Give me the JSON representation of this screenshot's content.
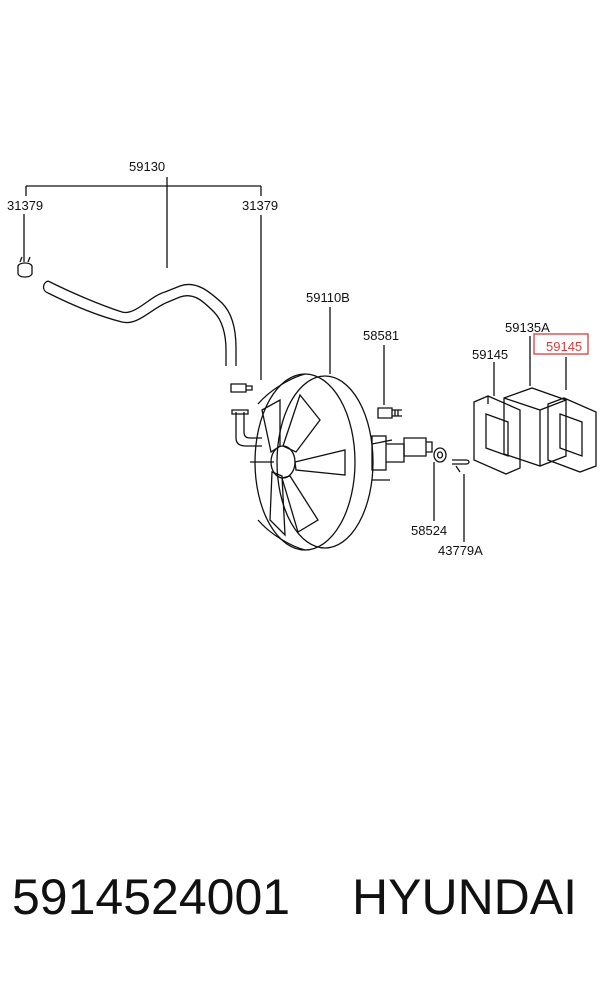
{
  "labels": {
    "hose_assembly": "59130",
    "clamp_left": "31379",
    "clamp_right": "31379",
    "booster": "59110B",
    "bolt": "58581",
    "gasket_kit": "59135A",
    "gasket_front": "59145",
    "gasket_highlighted": "59145",
    "nut": "58524",
    "pin": "43779A"
  },
  "highlight_color": "#e03a3a",
  "caption": {
    "part_number": "5914524001",
    "brand": "HYUNDAI"
  }
}
